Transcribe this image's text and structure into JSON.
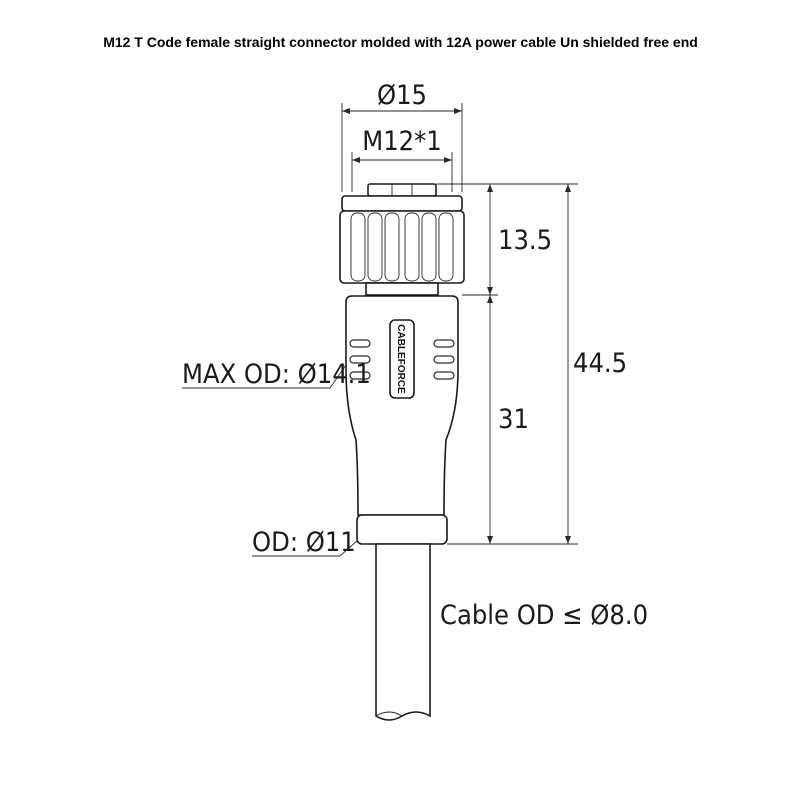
{
  "title": "M12 T Code female straight connector molded with 12A power cable Un shielded free end",
  "dimensions": {
    "outer_diameter": "Ø15",
    "thread": "M12*1",
    "nut_height": "13.5",
    "overall_length": "44.5",
    "body_length": "31",
    "max_od": "MAX OD: Ø14.1",
    "od": "OD: Ø11",
    "cable_od": "Cable OD ≤ Ø8.0"
  },
  "brand": "CABLEFORCE"
}
